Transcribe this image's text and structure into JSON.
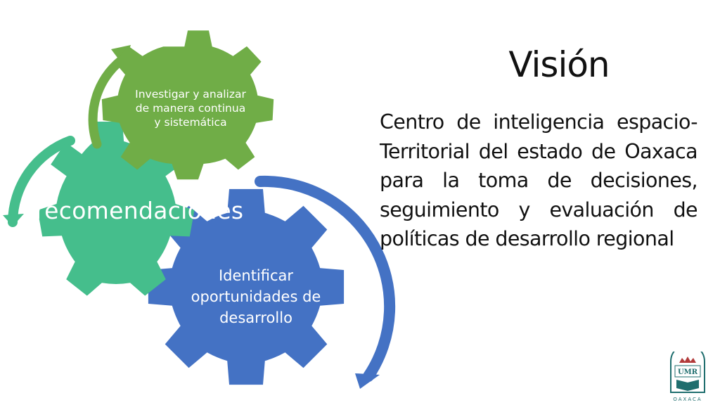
{
  "slide": {
    "title": "Visión",
    "body": "Centro de inteligencia espacio-Territorial del estado de Oaxaca para la toma de decisiones, seguimiento y evaluación de políticas de desarrollo regional"
  },
  "diagram": {
    "gears": [
      {
        "id": "green",
        "label": "Investigar y analizar de manera continua y sistemática",
        "color": "#70AD47"
      },
      {
        "id": "teal",
        "label": "recomendaciones",
        "color": "#45BE8C"
      },
      {
        "id": "blue",
        "label": "Identificar oportunidades de desarrollo",
        "color": "#4472C4"
      }
    ]
  },
  "logo": {
    "text": "UMR",
    "caption": "OAXACA",
    "colors": {
      "primary": "#1F6E6E",
      "accent": "#B23A3A"
    }
  }
}
